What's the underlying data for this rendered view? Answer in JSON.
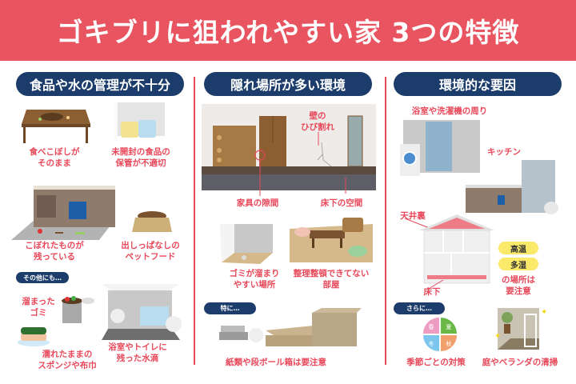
{
  "title": "ゴキブリに狙われやすい家 3つの特徴",
  "colors": {
    "header": "#e85560",
    "pill": "#1c3d6b",
    "label": "#e8485a",
    "highlight": "#fbe96a"
  },
  "sections": [
    {
      "heading": "食品や水の管理が不十分",
      "items": [
        {
          "line1": "食べこぼしが",
          "line2": "そのまま"
        },
        {
          "line1": "未開封の食品の",
          "line2": "保管が不適切"
        },
        {
          "line1": "こぼれたものが",
          "line2": "残っている"
        },
        {
          "line1": "出しっぱなしの",
          "line2": "ペットフード"
        }
      ],
      "extra_label": "その他にも…",
      "extra_items": [
        {
          "line1": "溜まった",
          "line2": "ゴミ"
        },
        {
          "line1": "濡れたままの",
          "line2": "スポンジや布巾"
        },
        {
          "line1": "浴室やトイレに",
          "line2": "残った水滴"
        }
      ]
    },
    {
      "heading": "隠れ場所が多い環境",
      "scene_labels": [
        {
          "line1": "壁の",
          "line2": "ひび割れ"
        },
        {
          "line1": "家具の隙間"
        },
        {
          "line1": "床下の空間"
        }
      ],
      "items": [
        {
          "line1": "ゴミが溜まり",
          "line2": "やすい場所"
        },
        {
          "line1": "整理整頓できてない",
          "line2": "部屋"
        }
      ],
      "extra_label": "特に…",
      "extra_items": [
        {
          "line1": "紙類や段ボール箱は要注意"
        }
      ]
    },
    {
      "heading": "環境的な要因",
      "items": [
        {
          "line1": "浴室や洗濯機の周り"
        },
        {
          "line1": "キッチン"
        },
        {
          "line1": "天井裏"
        },
        {
          "line1": "床下"
        }
      ],
      "badges": [
        "高温",
        "多湿"
      ],
      "note": {
        "line1": "の場所は",
        "line2": "要注意"
      },
      "extra_label": "さらに…",
      "seasons": [
        "春",
        "夏",
        "秋",
        "冬"
      ],
      "extra_items": [
        {
          "line1": "季節ごとの対策"
        },
        {
          "line1": "庭やベランダの清掃"
        }
      ]
    }
  ]
}
